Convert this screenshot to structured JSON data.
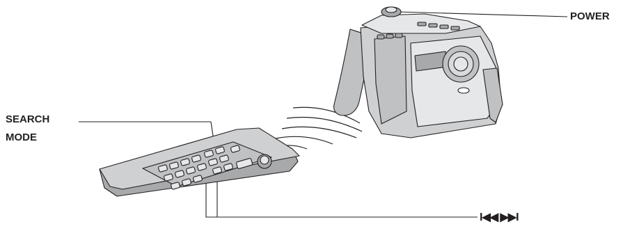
{
  "labels": {
    "power": "POWER",
    "search_line1": "SEARCH",
    "search_line2": "MODE",
    "skip_buttons": "⏮◀▶⏭"
  },
  "skip_glyphs": "I◀◀ ▶▶I",
  "colors": {
    "outline": "#231f20",
    "body": "#cfd0d1",
    "body_dark": "#a7a9ab",
    "body_light": "#e6e7e8",
    "key": "#b8babc"
  },
  "icons": [
    "camcorder-icon",
    "remote-control-icon",
    "infrared-signal-icon"
  ]
}
